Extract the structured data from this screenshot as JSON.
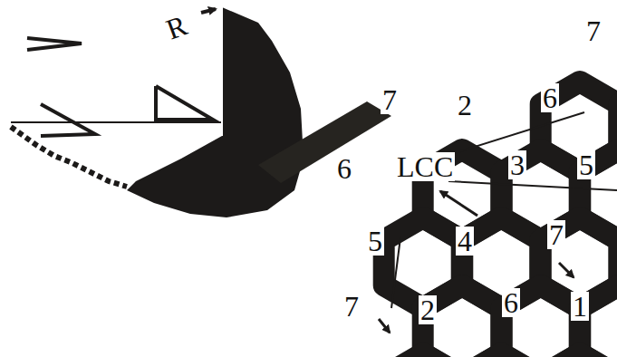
{
  "diagram": {
    "labels": [
      "R",
      "7",
      "2",
      "6",
      "7",
      "6",
      "LCC",
      "3",
      "5",
      "5",
      "4",
      "7",
      "7",
      "2",
      "6",
      "1"
    ]
  }
}
